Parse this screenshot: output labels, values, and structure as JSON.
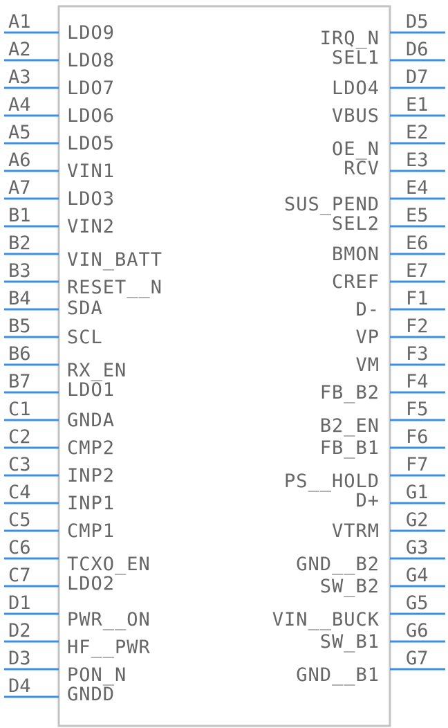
{
  "component": {
    "left_pins": [
      {
        "number": "A1",
        "name": "LDO9"
      },
      {
        "number": "A2",
        "name": "LDO8"
      },
      {
        "number": "A3",
        "name": "LDO7"
      },
      {
        "number": "A4",
        "name": "LDO6"
      },
      {
        "number": "A5",
        "name": "LDO5"
      },
      {
        "number": "A6",
        "name": "VIN1"
      },
      {
        "number": "A7",
        "name": "LDO3"
      },
      {
        "number": "B1",
        "name": "VIN2"
      },
      {
        "number": "B2",
        "name": "VIN_BATT"
      },
      {
        "number": "B3",
        "name": "RESET__N"
      },
      {
        "number": "B4",
        "name": "SDA"
      },
      {
        "number": "B5",
        "name": "SCL"
      },
      {
        "number": "B6",
        "name": "RX_EN"
      },
      {
        "number": "B7",
        "name": "LDO1"
      },
      {
        "number": "C1",
        "name": "GNDA"
      },
      {
        "number": "C2",
        "name": "CMP2"
      },
      {
        "number": "C3",
        "name": "INP2"
      },
      {
        "number": "C4",
        "name": "INP1"
      },
      {
        "number": "C5",
        "name": "CMP1"
      },
      {
        "number": "C6",
        "name": "TCXO_EN"
      },
      {
        "number": "C7",
        "name": "LDO2"
      },
      {
        "number": "D1",
        "name": "PWR__ON"
      },
      {
        "number": "D2",
        "name": "HF__PWR"
      },
      {
        "number": "D3",
        "name": "PON_N"
      },
      {
        "number": "D4",
        "name": "GNDD"
      }
    ],
    "right_pins": [
      {
        "number": "D5",
        "name": "IRQ_N"
      },
      {
        "number": "D6",
        "name": "SEL1"
      },
      {
        "number": "D7",
        "name": "LDO4"
      },
      {
        "number": "E1",
        "name": "VBUS"
      },
      {
        "number": "E2",
        "name": "OE_N"
      },
      {
        "number": "E3",
        "name": "RCV"
      },
      {
        "number": "E4",
        "name": "SUS_PEND"
      },
      {
        "number": "E5",
        "name": "SEL2"
      },
      {
        "number": "E6",
        "name": "BMON"
      },
      {
        "number": "E7",
        "name": "CREF"
      },
      {
        "number": "F1",
        "name": "D-"
      },
      {
        "number": "F2",
        "name": "VP"
      },
      {
        "number": "F3",
        "name": "VM"
      },
      {
        "number": "F4",
        "name": "FB_B2"
      },
      {
        "number": "F5",
        "name": "B2_EN"
      },
      {
        "number": "F6",
        "name": "FB_B1"
      },
      {
        "number": "F7",
        "name": "PS__HOLD"
      },
      {
        "number": "G1",
        "name": "D+"
      },
      {
        "number": "G2",
        "name": "VTRM"
      },
      {
        "number": "G3",
        "name": "GND__B2"
      },
      {
        "number": "G4",
        "name": "SW_B2"
      },
      {
        "number": "G5",
        "name": "VIN__BUCK"
      },
      {
        "number": "G6",
        "name": "SW_B1"
      },
      {
        "number": "G7",
        "name": "GND__B1"
      }
    ],
    "colors": {
      "pin_line": "#3d8ee6",
      "body_outline": "#c3c3c3",
      "text": "#666666",
      "background": "#ffffff"
    }
  }
}
